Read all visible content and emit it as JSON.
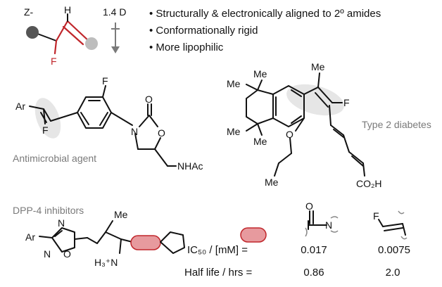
{
  "top": {
    "isomer_label": "Z-",
    "h_label": "H",
    "f_label": "F",
    "dipole_label": "1.4 D",
    "bullets": [
      "• Structurally & electronically aligned to 2º amides",
      "• Conformationally rigid",
      "• More lipophilic"
    ]
  },
  "antimicrobial": {
    "caption": "Antimicrobial agent",
    "atoms": {
      "ar": "Ar",
      "f1": "F",
      "f2": "F",
      "n": "N",
      "o_carbonyl": "O",
      "o_ring": "O",
      "nhac": "NHAc"
    }
  },
  "diabetes": {
    "caption": "Type 2 diabetes",
    "atoms": {
      "me1": "Me",
      "me2": "Me",
      "me3": "Me",
      "me4": "Me",
      "me5": "Me",
      "me6": "Me",
      "f": "F",
      "o": "O",
      "co2h": "CO₂H"
    }
  },
  "dpp4": {
    "caption": "DPP-4 inhibitors",
    "atoms": {
      "ar": "Ar",
      "n1": "N",
      "n2": "N",
      "o": "O",
      "me": "Me",
      "h3n": "H₃⁺N"
    },
    "ic50_label": "IC₅₀ / [mM] =",
    "halflife_label": "Half life / hrs =",
    "amide": {
      "o": "O",
      "n": "N",
      "ic50": "0.017",
      "half_life": "0.86"
    },
    "fluoroalkene": {
      "f": "F",
      "ic50": "0.0075",
      "half_life": "2.0"
    }
  },
  "colors": {
    "accent_red": "#c0262b",
    "pill_fill": "#e79a9e",
    "highlight_gray": "#e6e6e6",
    "caption_gray": "#7a7a7a"
  }
}
